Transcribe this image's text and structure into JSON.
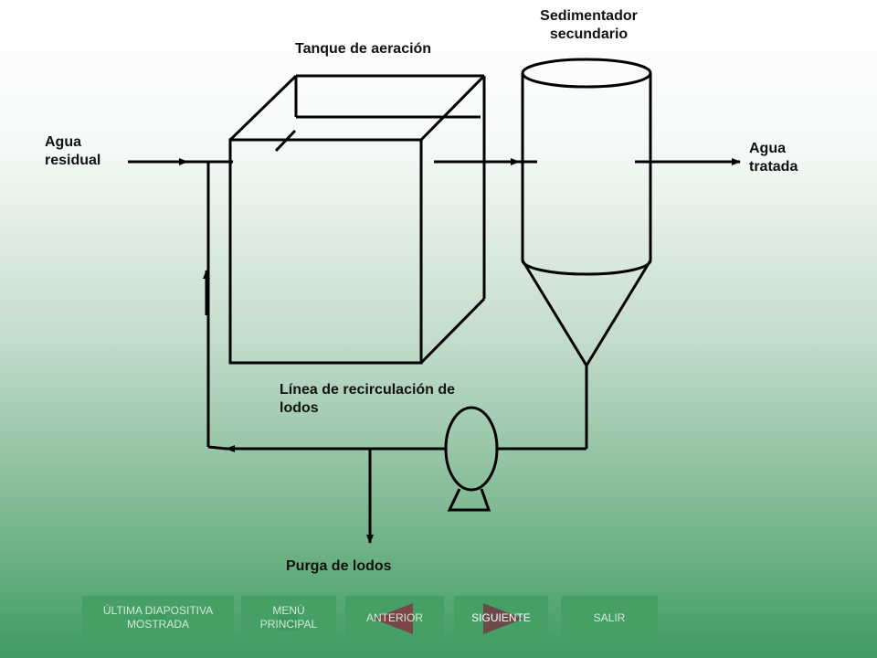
{
  "labels": {
    "agua_residual": "Agua\nresidual",
    "tanque_aeracion": "Tanque de aeración",
    "sedimentador": "Sedimentador\nsecundario",
    "agua_tratada": "Agua\ntratada",
    "linea_recirculacion": "Línea de recirculación de\nlodos",
    "purga_lodos": "Purga de lodos"
  },
  "nav": {
    "ultima": "ÚLTIMA DIAPOSITIVA\nMOSTRADA",
    "menu": "MENÚ\nPRINCIPAL",
    "anterior": "ANTERIOR",
    "siguiente": "SIGUIENTE",
    "salir": "SALIR"
  },
  "colors": {
    "line": "#000000",
    "nav_button": "#46a066",
    "nav_text": "#d3ead9",
    "siguiente_text": "#ffffff"
  }
}
